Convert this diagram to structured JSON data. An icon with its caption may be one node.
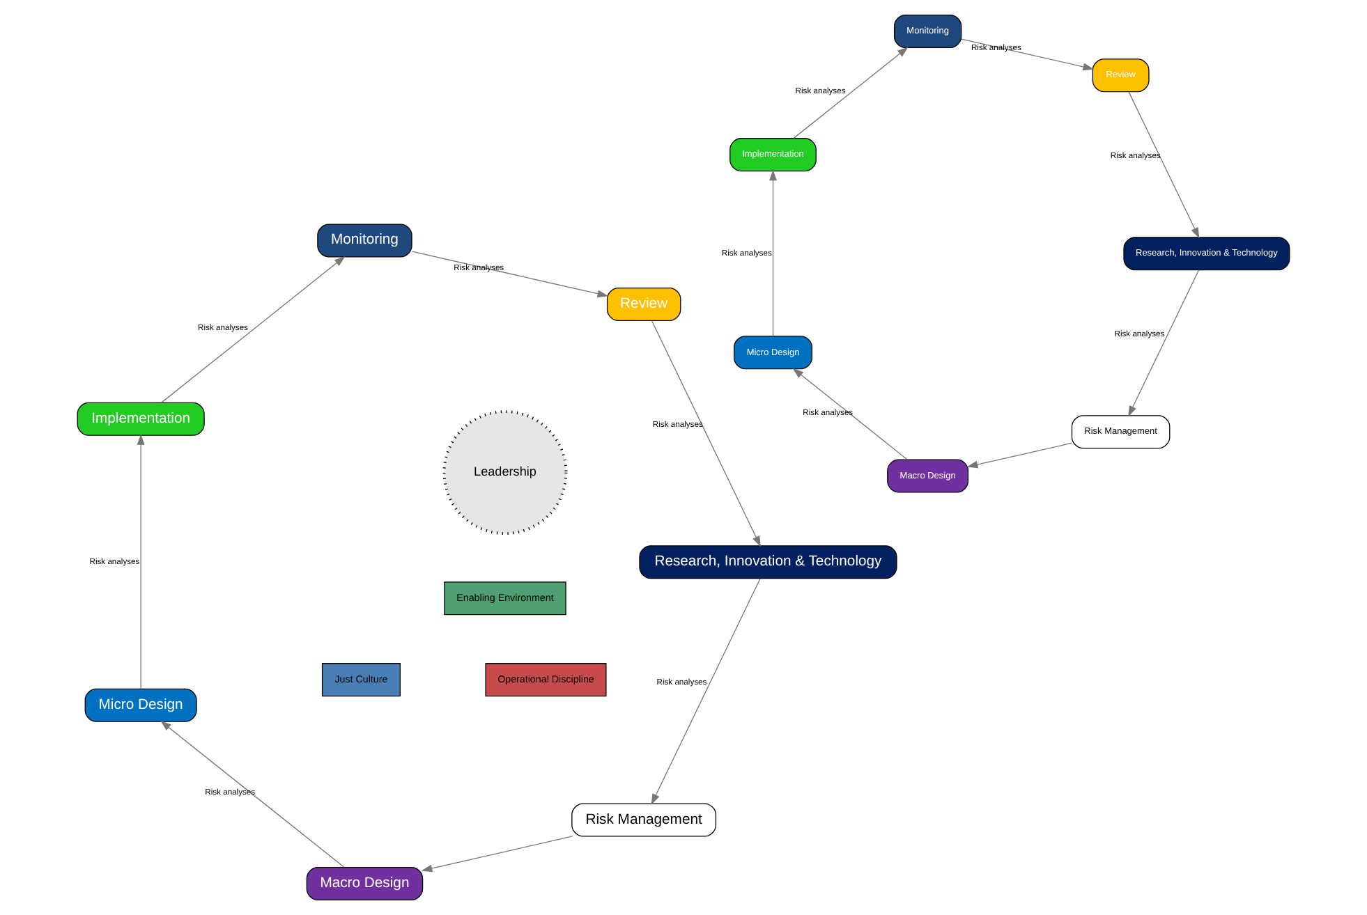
{
  "diagram": {
    "nodes": [
      {
        "text": [
          "Risk Management"
        ]
      },
      {
        "text": [
          "Macro Design"
        ]
      },
      {
        "text": [
          "Micro Design"
        ]
      },
      {
        "text": [
          "Implementation"
        ]
      },
      {
        "text": [
          "Monitoring"
        ]
      },
      {
        "text": [
          "Review"
        ]
      },
      {
        "text": [
          "Research, Innovation & Technology"
        ]
      },
      {
        "text": [
          "Leadership"
        ]
      },
      {
        "text": [
          "Enabling Environment"
        ]
      },
      {
        "text": [
          "Just Culture"
        ]
      },
      {
        "text": [
          "Operational Discipline"
        ]
      },
      {
        "text": [
          "Risk Management"
        ]
      },
      {
        "text": [
          "Macro Design"
        ]
      },
      {
        "text": [
          "Micro Design"
        ]
      },
      {
        "text": [
          "Implementation"
        ]
      },
      {
        "text": [
          "Monitoring"
        ]
      },
      {
        "text": [
          "Review"
        ]
      },
      {
        "text": [
          "Research, Innovation & Technology"
        ]
      }
    ],
    "edges": [
      {
        "from": 0,
        "to": 1,
        "arrow": "to"
      },
      {
        "from": 1,
        "to": 2,
        "arrow": "to",
        "label": "Risk analyses"
      },
      {
        "from": 2,
        "to": 3,
        "arrow": "to",
        "label": "Risk analyses"
      },
      {
        "from": 3,
        "to": 4,
        "arrow": "to",
        "label": "Risk analyses"
      },
      {
        "from": 4,
        "to": 5,
        "arrow": "to",
        "label": "Risk analyses"
      },
      {
        "from": 5,
        "to": 6,
        "arrow": "to",
        "label": "Risk analyses"
      },
      {
        "from": 6,
        "to": 0,
        "arrow": "to",
        "label": "Risk analyses"
      },
      {
        "from": 11,
        "to": 12,
        "arrow": "to"
      },
      {
        "from": 12,
        "to": 13,
        "arrow": "to",
        "label": "Risk analyses"
      },
      {
        "from": 13,
        "to": 14,
        "arrow": "to",
        "label": "Risk analyses"
      },
      {
        "from": 14,
        "to": 15,
        "arrow": "to",
        "label": "Risk analyses"
      },
      {
        "from": 15,
        "to": 16,
        "arrow": "to",
        "label": "Risk analyses"
      },
      {
        "from": 16,
        "to": 17,
        "arrow": "to",
        "label": "Risk analyses"
      },
      {
        "from": 17,
        "to": 11,
        "arrow": "to",
        "label": "Risk analyses"
      }
    ]
  }
}
